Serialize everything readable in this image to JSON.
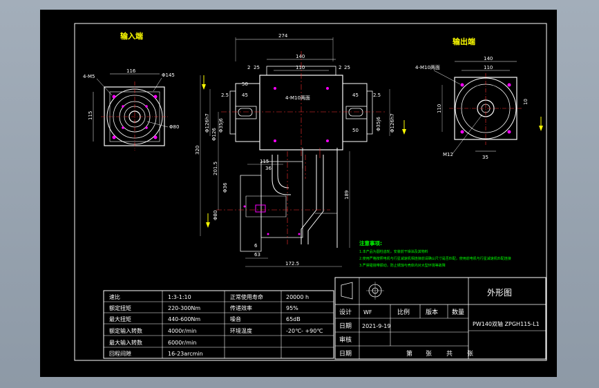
{
  "labels": {
    "input_end": "输入端",
    "output_end": "输出端"
  },
  "dims": {
    "in_holes": "4-M5",
    "in_116": "116",
    "in_phi145": "Φ145",
    "in_phi80": "Φ80",
    "in_115": "115",
    "d274": "274",
    "d140": "140",
    "d110": "110",
    "d2a": "2",
    "d25a": "25",
    "d2b": "2",
    "d25b": "25",
    "d50": "50",
    "d25c": "2.5",
    "d45a": "45",
    "d4m10": "4-M10两面",
    "d45b": "45",
    "d50b": "50",
    "d25d": "2.5",
    "phi1267": "Φ126h7",
    "phi126": "Φ126",
    "phi35j6": "Φ35j6",
    "phi126h7b": "Φ126h7",
    "phi35j6b": "Φ35j6",
    "d320": "320",
    "d2015": "201.5",
    "d115": "115",
    "d36": "36",
    "phi36": "Φ36",
    "phi80": "Φ80",
    "d189": "189",
    "d6": "6",
    "d63": "63",
    "d1725": "172.5",
    "out_140": "140",
    "out_110": "110",
    "out_holes": "4-M10两面",
    "out_110v": "110",
    "out_10": "10",
    "out_m12": "M12",
    "out_35": "35"
  },
  "notes": {
    "title": "注意事项:",
    "line1": "1.本产品为圆柱齿轮，安装前干燥油及其物料",
    "line2": "2.使用严格按照电机与行星减速机相连接前请确认尺寸是否匹配，使用前电机与行星减速机匹配连接",
    "line3": "3.严禁碰撞带振动，防止锈蚀与壳体内对大型环境等故障"
  },
  "spec_table": [
    [
      "速比",
      "1:3-1:10",
      "正常使用寿命",
      "20000 h"
    ],
    [
      "额定扭矩",
      "220-300Nm",
      "传递效率",
      "95%"
    ],
    [
      "最大扭矩",
      "440-600Nm",
      "噪音",
      "65dB"
    ],
    [
      "额定输入转数",
      "4000r/min",
      "环境温度",
      "-20℃- +90℃"
    ],
    [
      "最大输入转数",
      "6000r/min",
      "",
      ""
    ],
    [
      "回程间隙",
      "16-23arcmin",
      "",
      ""
    ]
  ],
  "title_block": {
    "drawing_title": "外形图",
    "design_label": "设计",
    "designer": "WF",
    "scale_label": "比例",
    "version_label": "版本",
    "qty_label": "数量",
    "date_label": "日期",
    "date": "2021-9-19",
    "part_name": "PW140双轴 ZPGH115-L1",
    "check_label": "审核",
    "date2_label": "日期",
    "sheet_no": "第",
    "sheet_unit": "张",
    "sheet_total": "共",
    "sheet_unit2": "张"
  },
  "colors": {
    "background": "#000000",
    "outline": "#ffffff",
    "label": "#ffff00",
    "note": "#00ff00",
    "center": "#ff3030",
    "hole": "#ff00ff",
    "hidden": "#00d0d0"
  }
}
